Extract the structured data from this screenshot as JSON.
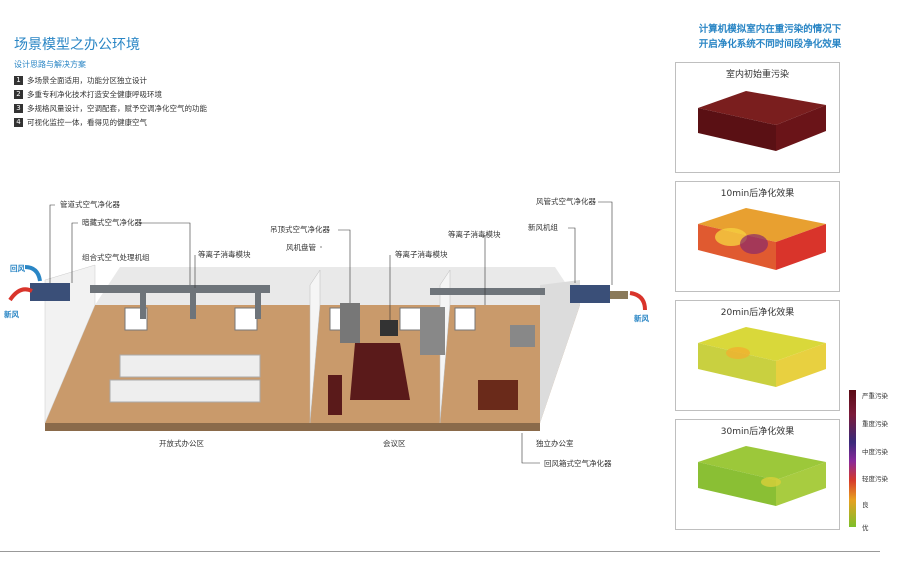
{
  "header": {
    "title": "场景模型之办公环境",
    "subtitle": "设计思路与解决方案",
    "points": [
      {
        "num": "1",
        "text": "多场景全面适用，功能分区独立设计"
      },
      {
        "num": "2",
        "text": "多重专利净化技术打造安全健康呼吸环境"
      },
      {
        "num": "3",
        "text": "多规格风量设计，空调配套，赋予空调净化空气的功能"
      },
      {
        "num": "4",
        "text": "可视化监控一体，看得见的健康空气"
      }
    ]
  },
  "scene": {
    "labels": {
      "duct_purifier": "管道式空气净化器",
      "concealed_purifier": "暗藏式空气净化器",
      "combined_unit": "组合式空气处理机组",
      "plasma_module_1": "等离子消毒模块",
      "ceiling_purifier": "吊顶式空气净化器",
      "fan_coil": "风机盘管",
      "plasma_module_2": "等离子消毒模块",
      "plasma_module_3": "等离子消毒模块",
      "pipe_purifier": "风管式空气净化器",
      "fresh_unit": "新风机组",
      "return_box_purifier": "回风箱式空气净化器"
    },
    "flows": {
      "return_air": "回风",
      "fresh_air_left": "新风",
      "fresh_air_right": "新风"
    },
    "zones": {
      "open_office": "开放式办公区",
      "meeting": "会议区",
      "private_office": "独立办公室"
    }
  },
  "right_panel": {
    "heading_line1": "计算机模拟室内在重污染的情况下",
    "heading_line2": "开启净化系统不同时间段净化效果",
    "panels": [
      {
        "title": "室内初始重污染"
      },
      {
        "title": "10min后净化效果"
      },
      {
        "title": "20min后净化效果"
      },
      {
        "title": "30min后净化效果"
      }
    ],
    "legend": [
      "严重污染",
      "重度污染",
      "中度污染",
      "轻度污染",
      "良",
      "优"
    ]
  }
}
